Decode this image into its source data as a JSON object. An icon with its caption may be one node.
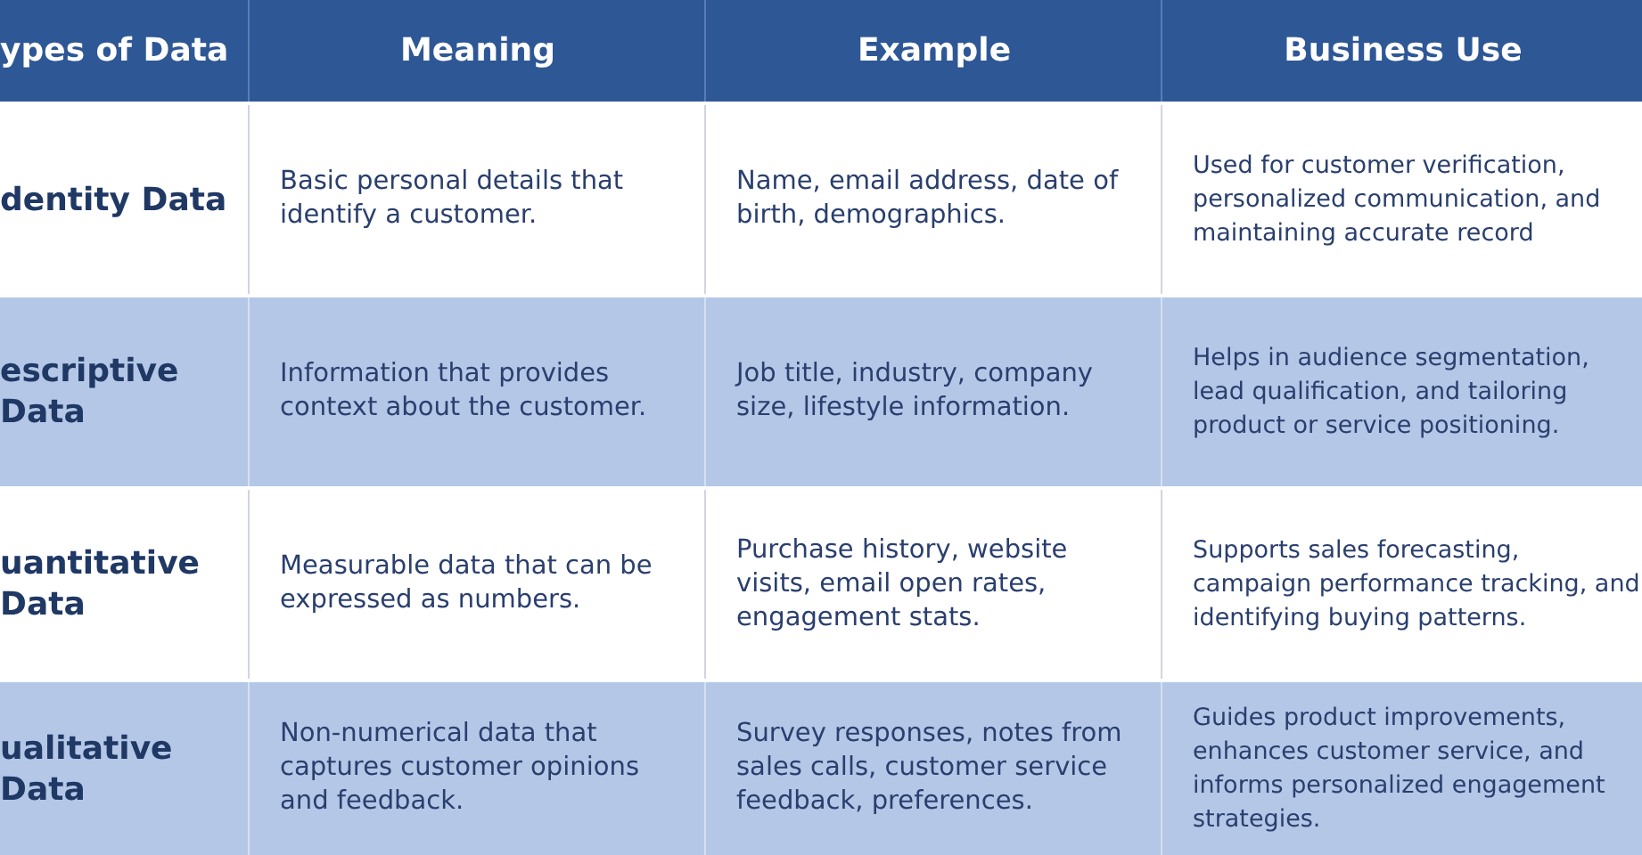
{
  "diagram": {
    "labels": [
      "ypes of Data",
      "Meaning",
      "Example",
      "Business Use",
      "dentity Data",
      "Basic personal details that identify a customer.",
      "Name, email address, date of birth, demographics.",
      "Used for customer verification, personalized communication, and maintaining accurate record",
      "escriptive Data",
      "Information that provides context about the customer.",
      "Job title, industry, company size, lifestyle information.",
      "Helps in audience segmentation, lead qualification, and tailoring product or service positioning.",
      "uantitative Data",
      "Measurable data that can be expressed as numbers.",
      "Purchase history, website visits, email open rates, engagement stats.",
      "Supports sales forecasting, campaign performance tracking, and identifying buying patterns.",
      "ualitative Data",
      "Non-numerical data that captures customer opinions and feedback.",
      "Survey responses, notes from sales calls, customer service feedback, preferences.",
      "Guides product improvements, enhances customer service, and informs personalized engagement strategies."
    ]
  }
}
